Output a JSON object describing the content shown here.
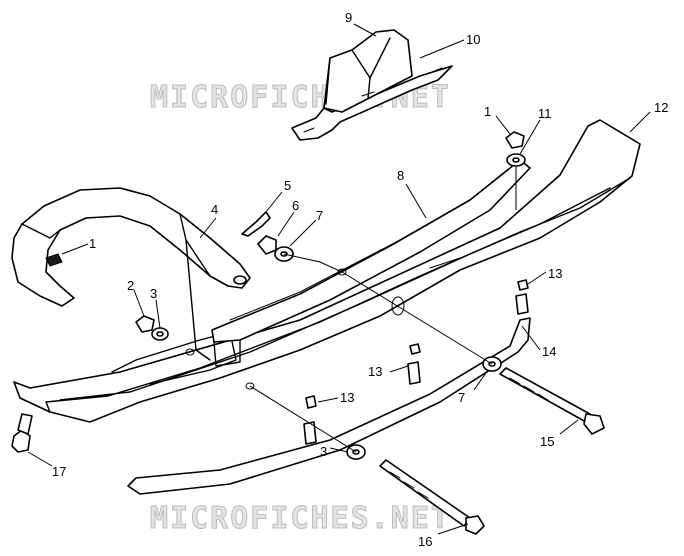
{
  "watermark": "MICROFICHES.NET",
  "callouts": {
    "c1a": "1",
    "c1b": "1",
    "c2": "2",
    "c3a": "3",
    "c3b": "3",
    "c4": "4",
    "c5": "5",
    "c6": "6",
    "c7a": "7",
    "c7b": "7",
    "c8": "8",
    "c9": "9",
    "c10": "10",
    "c11": "11",
    "c12": "12",
    "c13a": "13",
    "c13b": "13",
    "c13c": "13",
    "c14": "14",
    "c15": "15",
    "c16": "16",
    "c17": "17"
  }
}
